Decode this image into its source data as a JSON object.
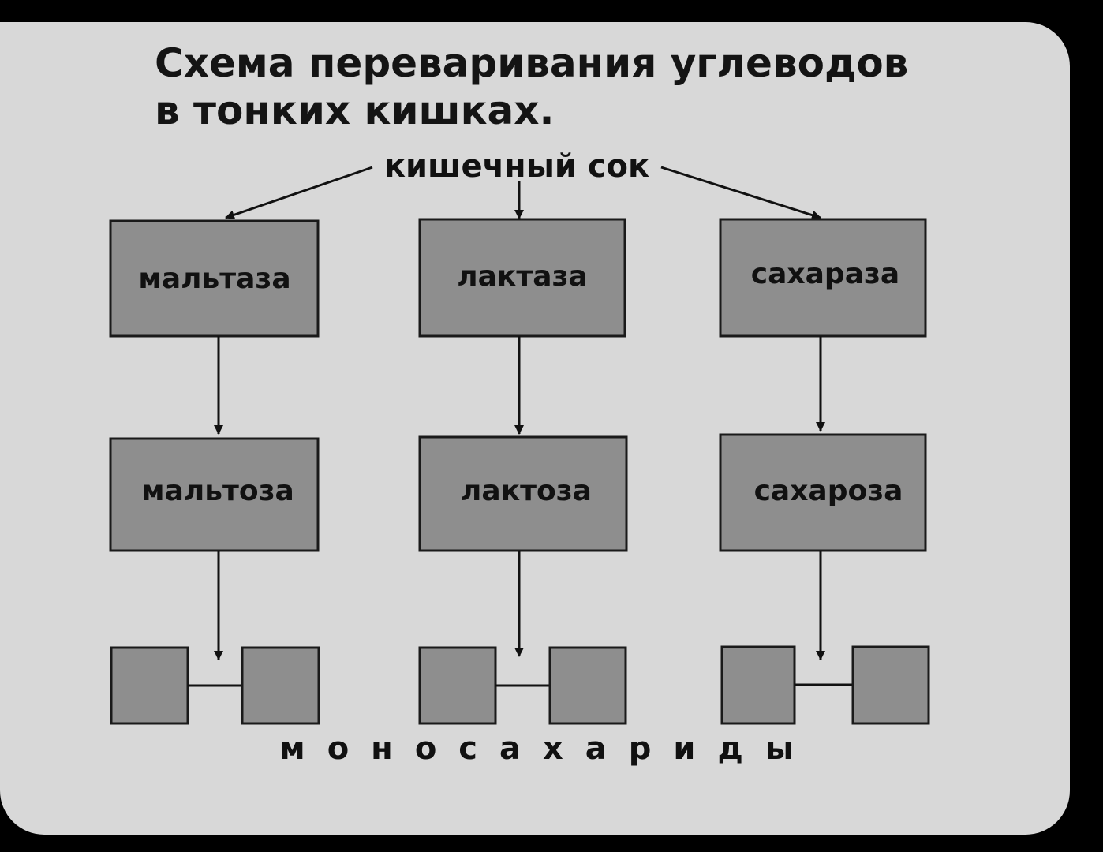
{
  "title": {
    "line1": "Схема переваривания углеводов",
    "line2": "в тонких кишках."
  },
  "source": "кишечный сок",
  "columns": [
    {
      "enzyme": "мальтаза",
      "substrate": "мальтоза"
    },
    {
      "enzyme": "лактаза",
      "substrate": "лактоза"
    },
    {
      "enzyme": "сахараза",
      "substrate": "сахароза"
    }
  ],
  "bottom_label": "моносахариды",
  "colors": {
    "background": "#000000",
    "slide": "#d8d8d8",
    "box_fill": "#8e8e8e",
    "box_stroke": "#1a1a1a",
    "text": "#111111"
  }
}
